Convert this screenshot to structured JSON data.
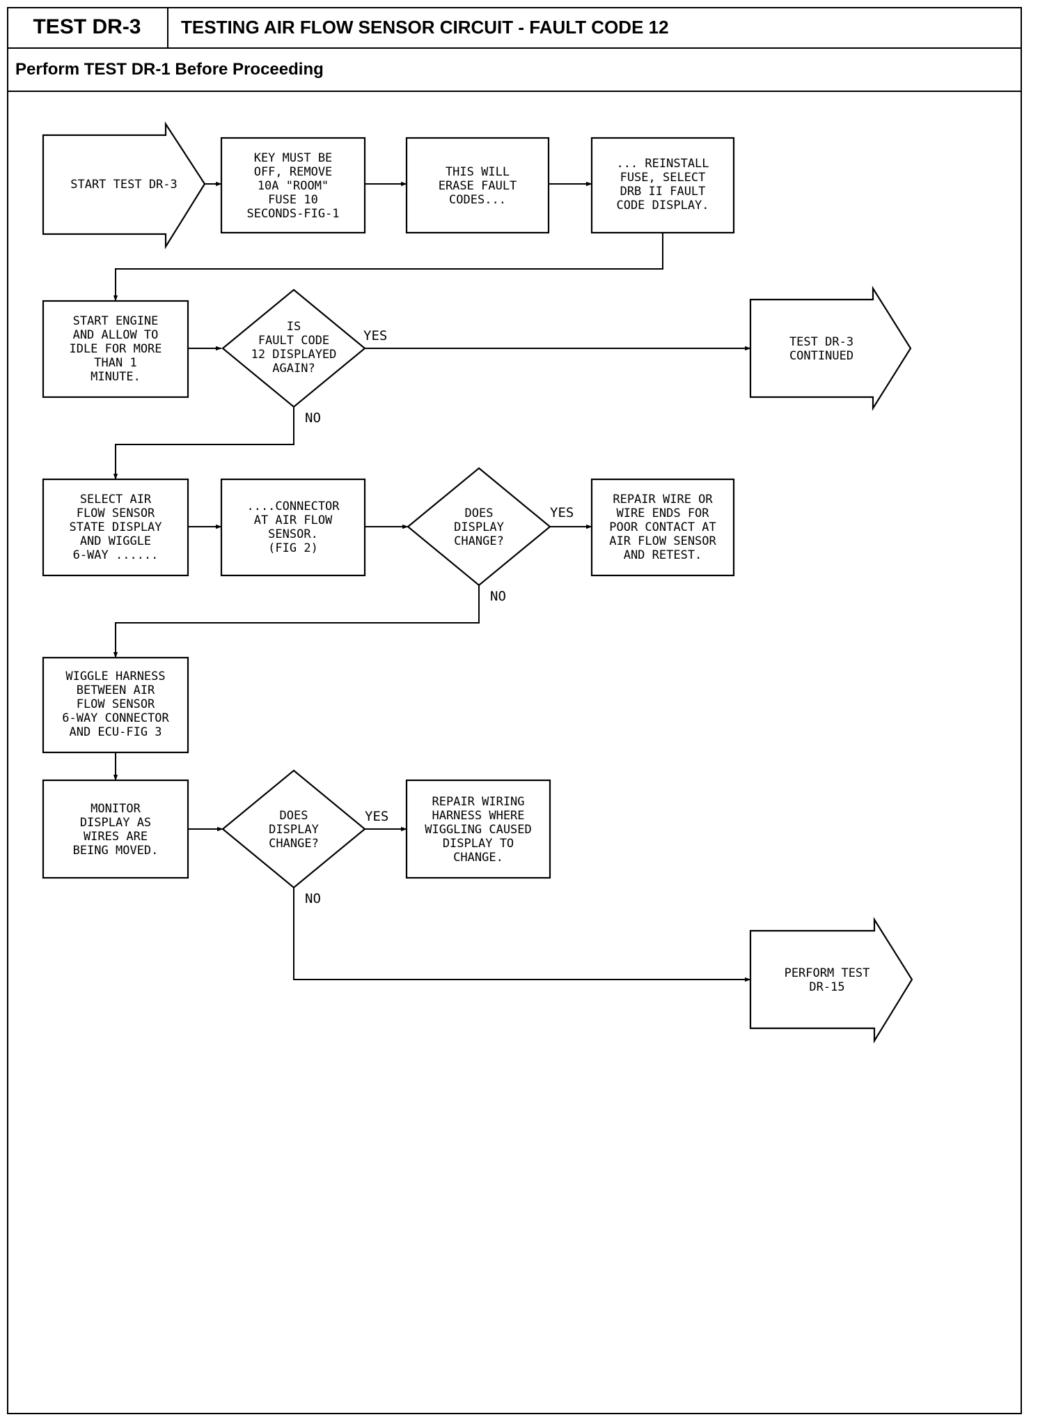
{
  "header": {
    "test_id": "TEST DR-3",
    "title": "TESTING AIR FLOW SENSOR CIRCUIT - FAULT CODE 12",
    "prerequisite": "Perform TEST DR-1 Before Proceeding"
  },
  "nodes": {
    "start": [
      "START TEST DR-3"
    ],
    "key_off": [
      "KEY MUST BE",
      "OFF, REMOVE",
      "10A \"ROOM\"",
      "FUSE 10",
      "SECONDS-FIG-1"
    ],
    "erase": [
      "THIS WILL",
      "ERASE FAULT",
      "CODES..."
    ],
    "reinstall": [
      "... REINSTALL",
      "FUSE, SELECT",
      "DRB II FAULT",
      "CODE DISPLAY."
    ],
    "start_engine": [
      "START ENGINE",
      "AND ALLOW TO",
      "IDLE FOR MORE",
      "THAN 1",
      "MINUTE."
    ],
    "q_fault12": [
      "IS",
      "FAULT CODE",
      "12 DISPLAYED",
      "AGAIN?"
    ],
    "continued": [
      "TEST DR-3",
      "CONTINUED"
    ],
    "select_afs": [
      "SELECT AIR",
      "FLOW SENSOR",
      "STATE DISPLAY",
      "AND WIGGLE",
      "6-WAY ......"
    ],
    "connector": [
      "....CONNECTOR",
      "AT AIR FLOW",
      "SENSOR.",
      "(FIG 2)"
    ],
    "q_display1": [
      "DOES",
      "DISPLAY",
      "CHANGE?"
    ],
    "repair_wire": [
      "REPAIR WIRE OR",
      "WIRE ENDS FOR",
      "POOR CONTACT AT",
      "AIR FLOW SENSOR",
      "AND RETEST."
    ],
    "wiggle_harness": [
      "WIGGLE HARNESS",
      "BETWEEN AIR",
      "FLOW SENSOR",
      "6-WAY CONNECTOR",
      "AND ECU-FIG 3"
    ],
    "monitor": [
      "MONITOR",
      "DISPLAY AS",
      "WIRES ARE",
      "BEING MOVED."
    ],
    "q_display2": [
      "DOES",
      "DISPLAY",
      "CHANGE?"
    ],
    "repair_harness": [
      "REPAIR WIRING",
      "HARNESS WHERE",
      "WIGGLING CAUSED",
      "DISPLAY TO",
      "CHANGE."
    ],
    "perform_dr15": [
      "PERFORM TEST",
      "DR-15"
    ]
  },
  "branches": {
    "q_fault12_yes": "YES",
    "q_fault12_no": "NO",
    "q_display1_yes": "YES",
    "q_display1_no": "NO",
    "q_display2_yes": "YES",
    "q_display2_no": "NO"
  }
}
